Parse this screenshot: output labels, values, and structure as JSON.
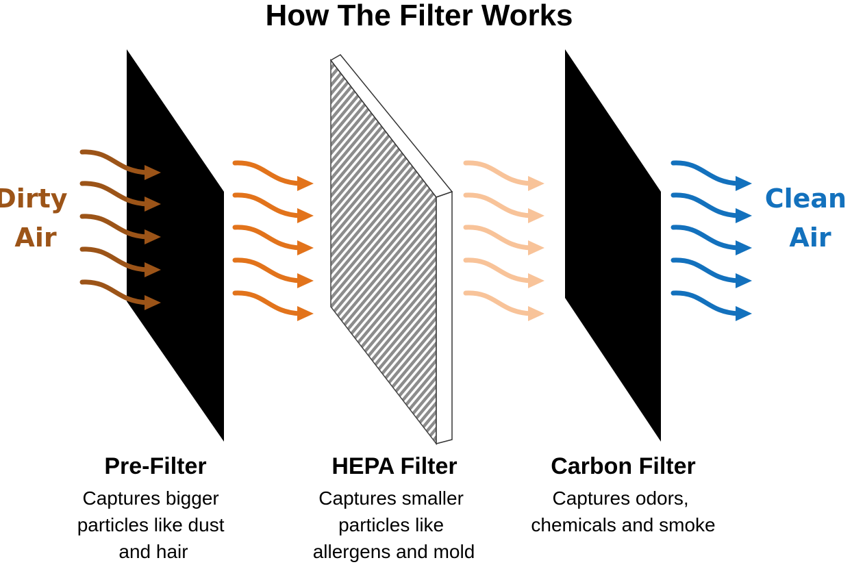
{
  "title": "How The Filter Works",
  "input_label": {
    "lines": [
      "Dirty",
      "Air"
    ],
    "color": "#9C5418"
  },
  "output_label": {
    "lines": [
      "Clean",
      "Air"
    ],
    "color": "#1371BD"
  },
  "filters": [
    {
      "name": "Pre-Filter",
      "description": [
        "Captures bigger",
        "particles like dust",
        "and hair"
      ]
    },
    {
      "name": "HEPA Filter",
      "description": [
        "Captures smaller",
        "particles like",
        "allergens and mold"
      ]
    },
    {
      "name": "Carbon Filter",
      "description": [
        "Captures odors,",
        "chemicals and smoke"
      ]
    }
  ],
  "arrow_groups": [
    {
      "name": "dirty-air-arrows",
      "color": "#9C5418"
    },
    {
      "name": "prefiltered-air-arrows",
      "color": "#E2731B"
    },
    {
      "name": "hepa-filtered-air-arrows",
      "color": "#F8C399"
    },
    {
      "name": "clean-air-arrows",
      "color": "#1371BD"
    }
  ],
  "panel_colors": {
    "pre_filter": "#000000",
    "hepa_mesh": "#8C8C8C",
    "carbon_filter": "#000000"
  }
}
